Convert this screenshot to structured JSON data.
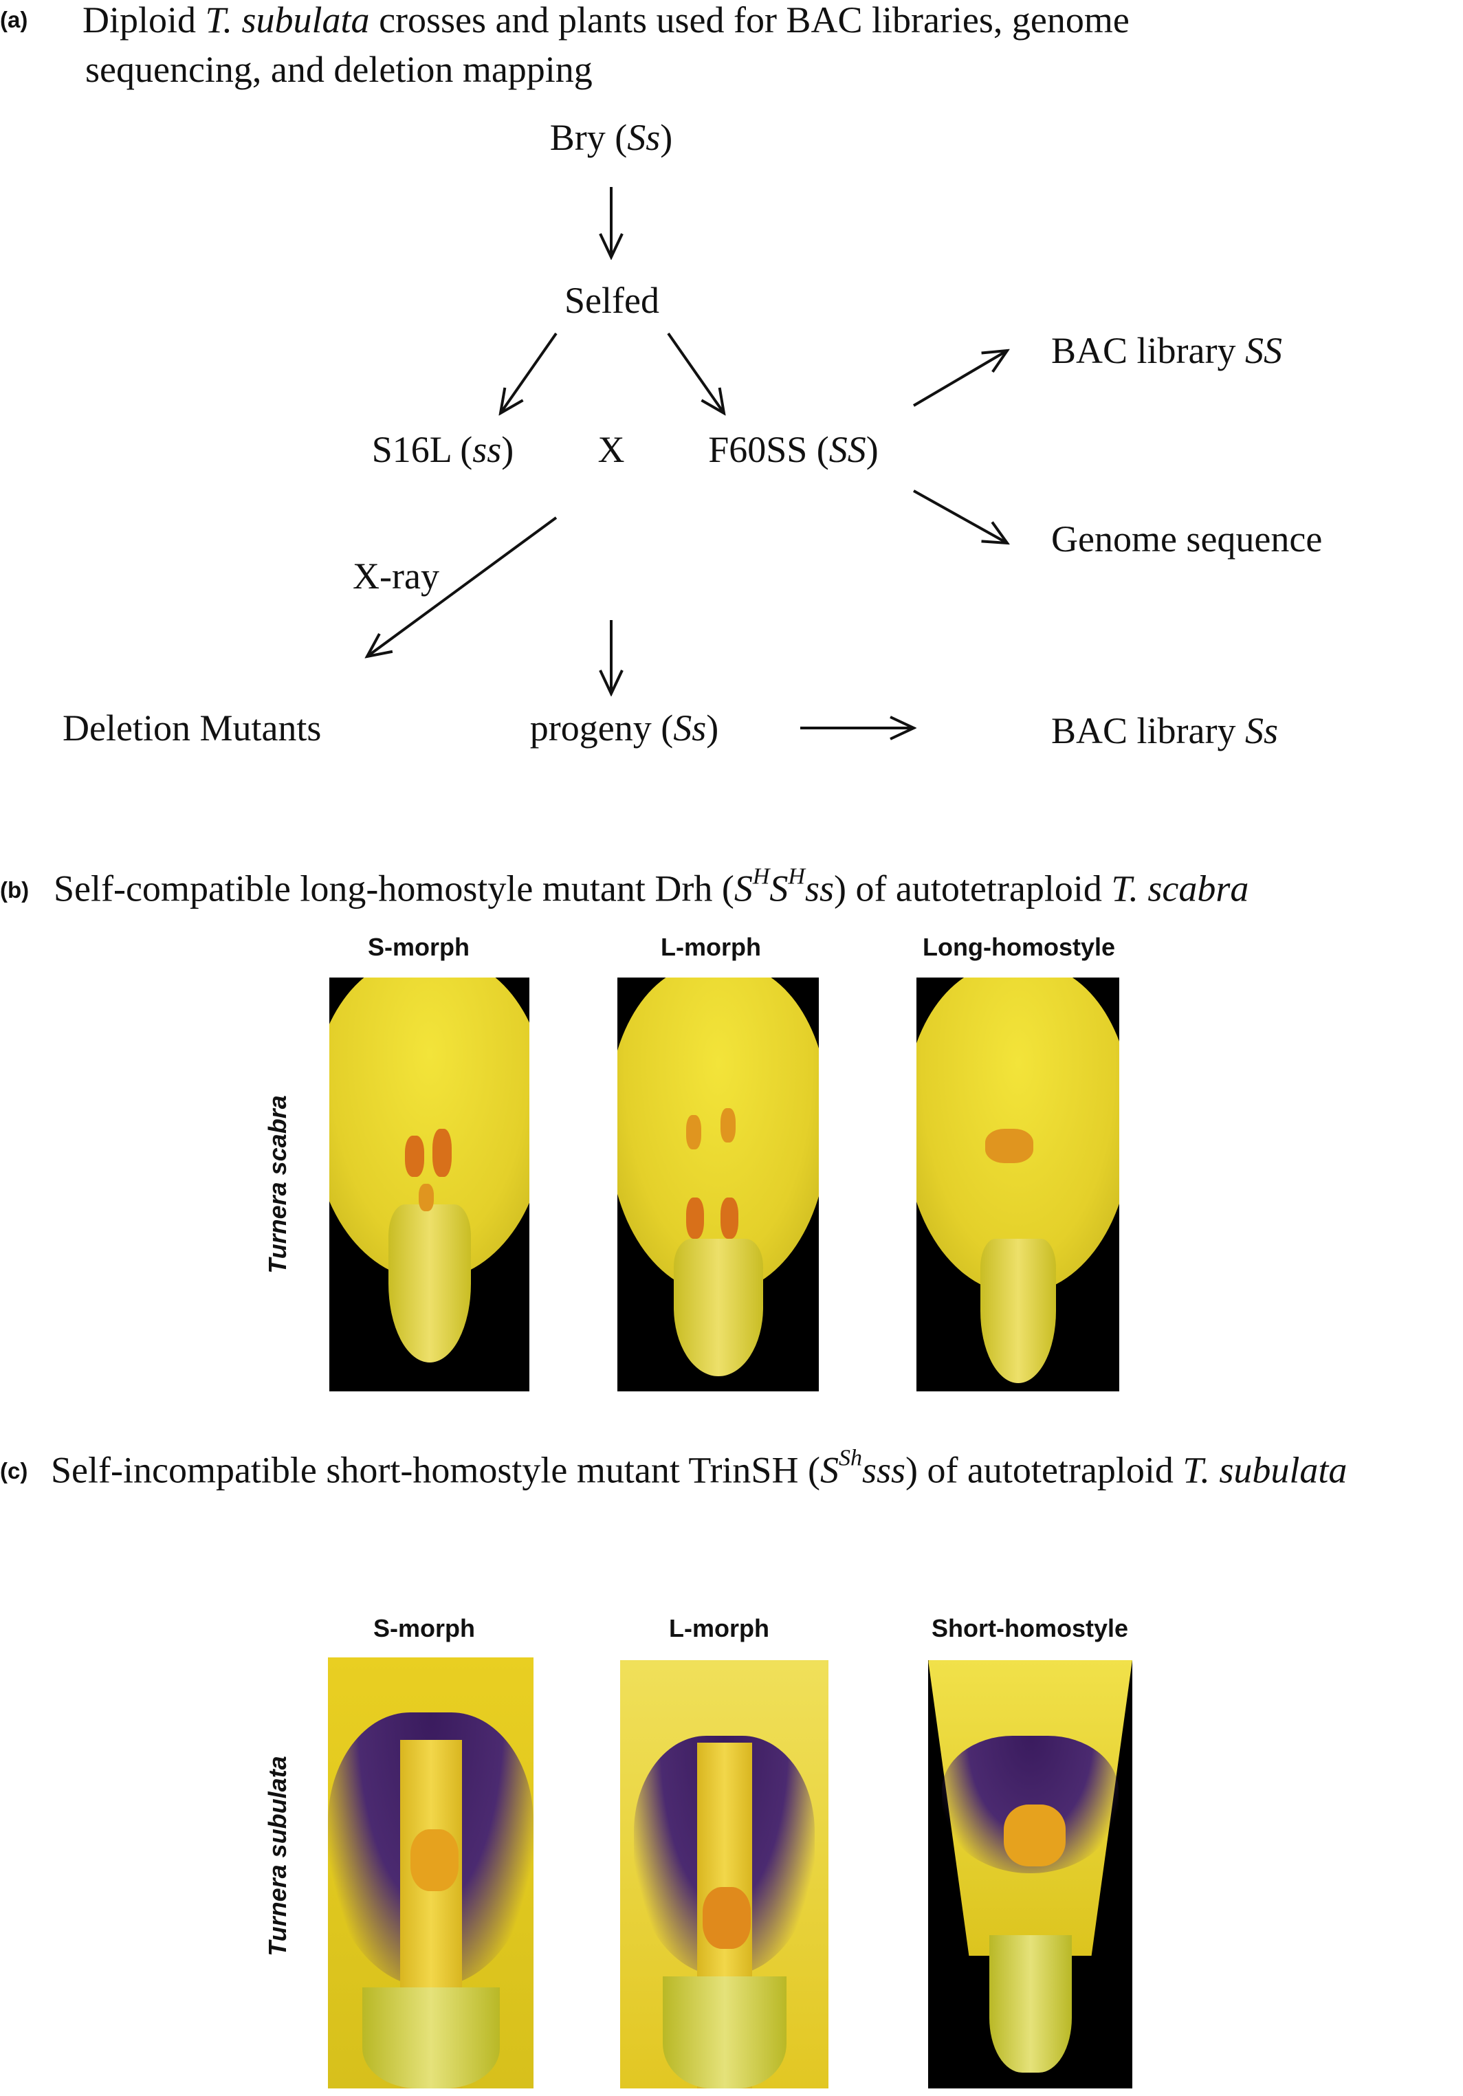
{
  "panel_a": {
    "label": "(a)",
    "title_pre": "Diploid ",
    "title_italic": "T. subulata",
    "title_post": " crosses and plants used for BAC libraries, genome",
    "title_line2": "sequencing, and deletion mapping",
    "bry": {
      "name": "Bry (",
      "genotype": "Ss",
      "close": ")"
    },
    "selfed": "Selfed",
    "s16l": {
      "name": "S16L (",
      "genotype": "ss",
      "close": ")"
    },
    "cross": "X",
    "f60ss": {
      "name": "F60SS (",
      "genotype": "SS",
      "close": ")"
    },
    "bac_ss": {
      "name": "BAC library ",
      "genotype": "SS"
    },
    "genome": "Genome sequence",
    "xray": "X-ray",
    "deletion": "Deletion Mutants",
    "progeny": {
      "name": "progeny (",
      "genotype": "Ss",
      "close": ")"
    },
    "bac_ss_het": {
      "name": "BAC library ",
      "genotype": "Ss"
    }
  },
  "panel_b": {
    "label": "(b)",
    "title_pre": "Self-compatible long-homostyle mutant Drh (",
    "g1": "S",
    "sup1": "H",
    "g2": "S",
    "sup2": "H",
    "g3": "ss",
    "title_mid": ") of autotetraploid ",
    "title_italic": "T. scabra",
    "species": "Turnera scabra",
    "columns": [
      "S-morph",
      "L-morph",
      "Long-homostyle"
    ]
  },
  "panel_c": {
    "label": "(c)",
    "title_pre": "Self-incompatible short-homostyle mutant TrinSH  (",
    "g1": "S",
    "sup1": "Sh",
    "g2": "sss",
    "title_mid": ") of autotetraploid ",
    "title_italic": "T. subulata",
    "species": "Turnera subulata",
    "columns": [
      "S-morph",
      "L-morph",
      "Short-homostyle"
    ]
  }
}
